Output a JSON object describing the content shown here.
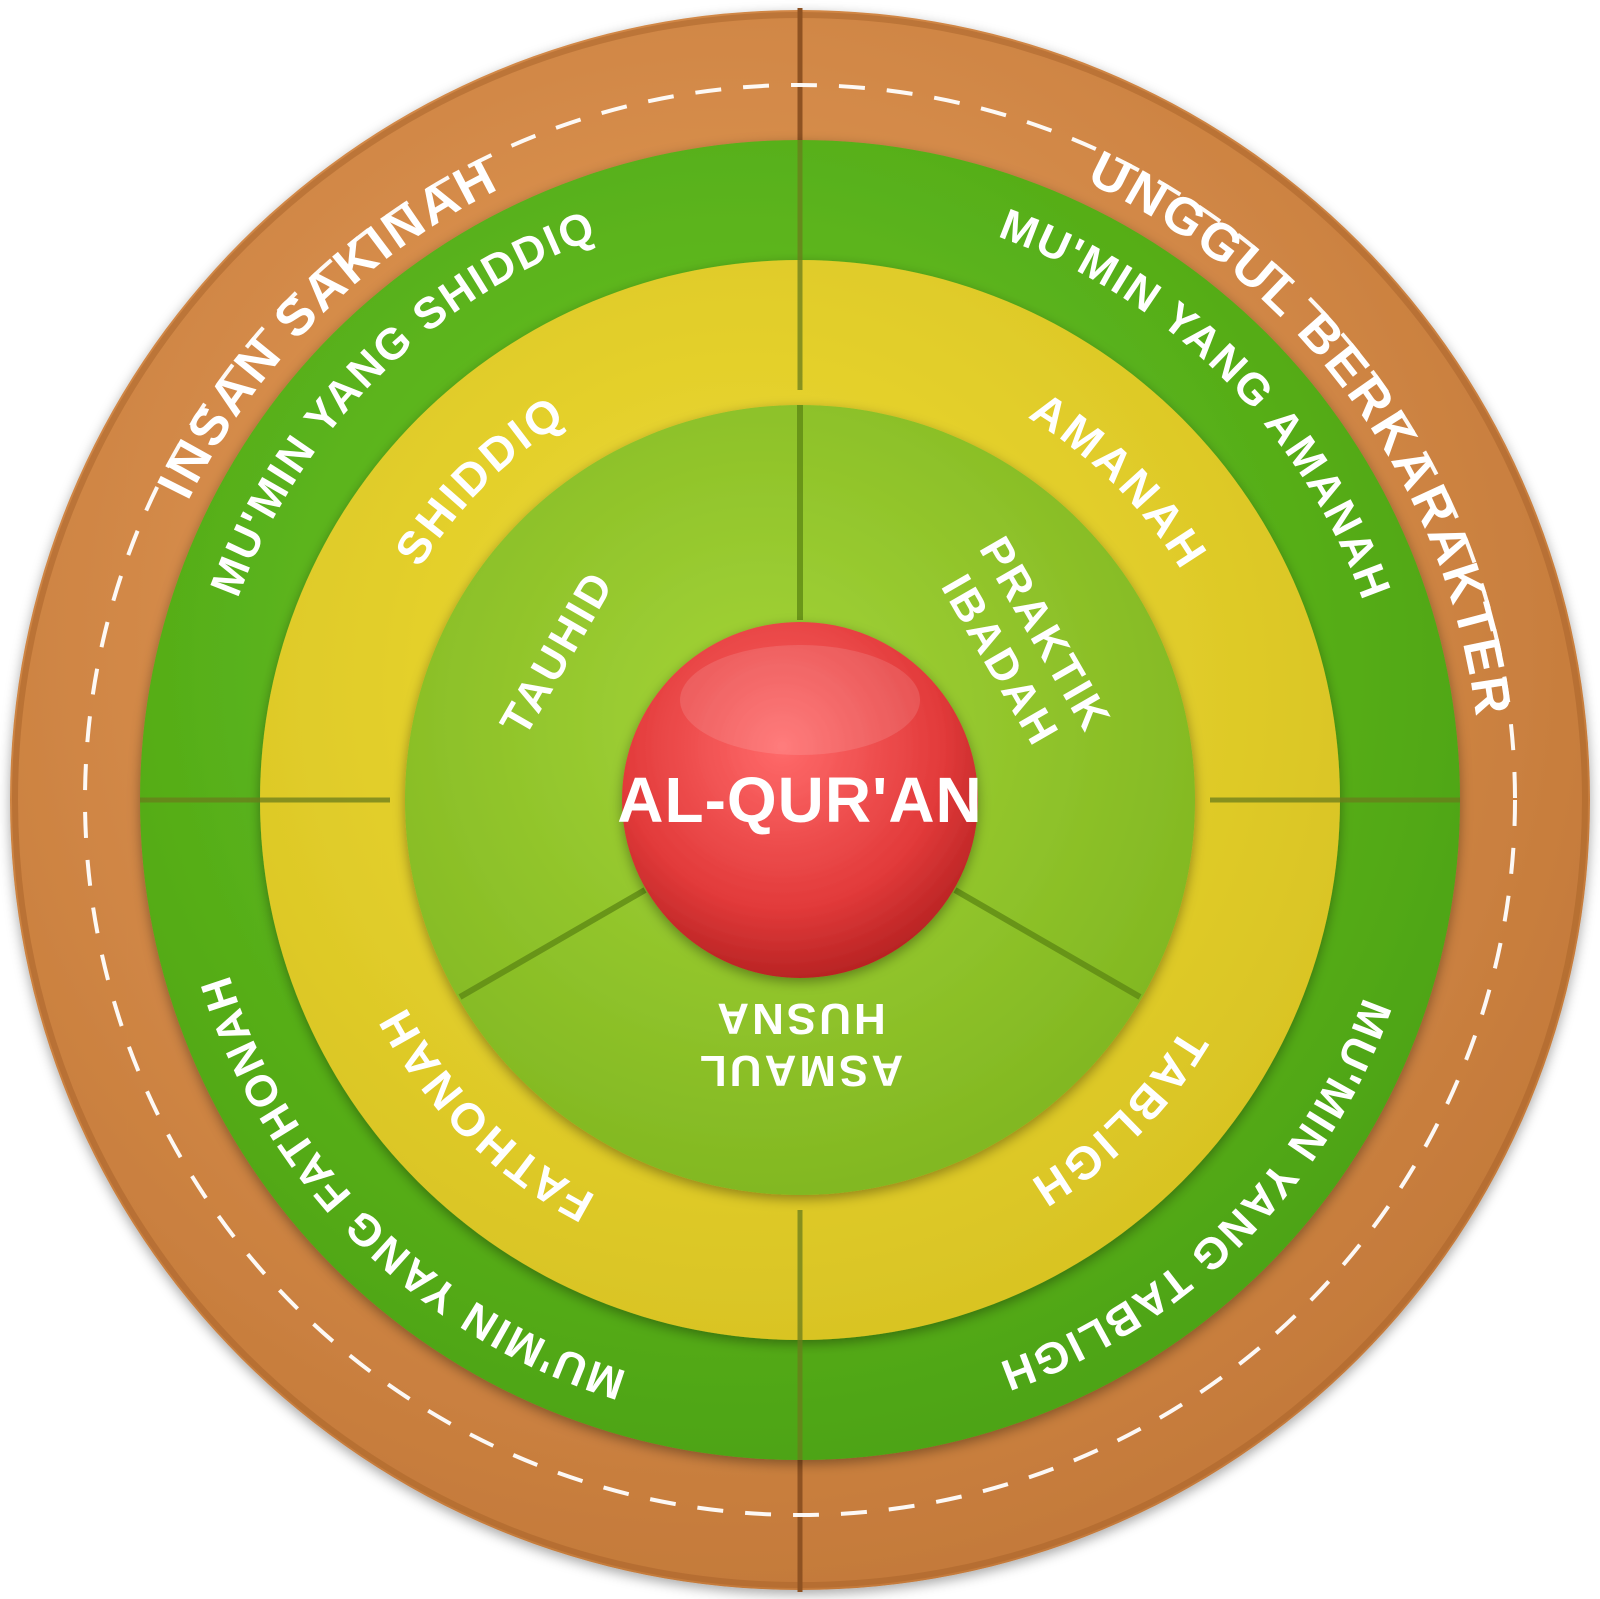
{
  "center": {
    "label": "AL-QUR'AN"
  },
  "outer_ring": {
    "left_label": "INSAN SAKINAH",
    "right_label": "UNGGUL BERKARAKTER"
  },
  "green_ring": {
    "top_left": "MU'MIN YANG SHIDDIQ",
    "top_right": "MU'MIN YANG AMANAH",
    "bottom_right": "MU'MIN YANG TABLIGH",
    "bottom_left": "MU'MIN YANG FATHONAH"
  },
  "yellow_ring": {
    "top_left": "SHIDDIQ",
    "top_right": "AMANAH",
    "bottom_right": "TABLIGH",
    "bottom_left": "FATHONAH"
  },
  "inner_ring": {
    "left": "TAUHID",
    "right_line1": "PRAKTIK",
    "right_line2": "IBADAH",
    "bottom_line1": "ASMAUL",
    "bottom_line2": "HUSNA"
  },
  "colors": {
    "outer": "#d4894a",
    "green": "#5cb51c",
    "yellow": "#e6d22a",
    "inner": "#92c82a",
    "center": "#e23a3a"
  }
}
